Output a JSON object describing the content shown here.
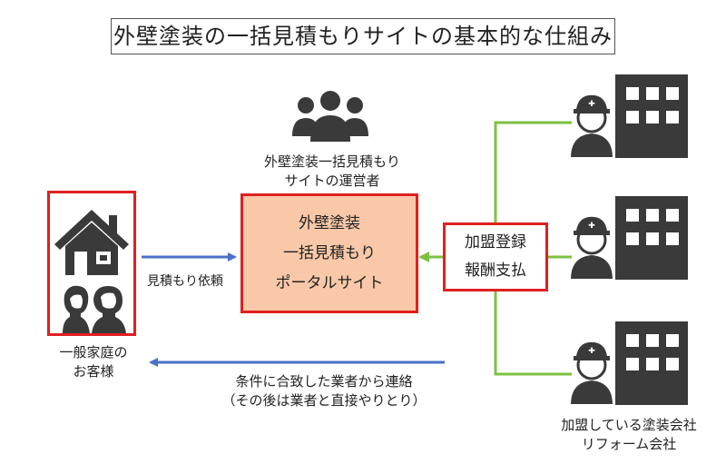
{
  "title": "外壁塗装の一括見積もりサイトの基本的な仕組み",
  "operator_label": [
    "外壁塗装一括見積もり",
    "サイトの運営者"
  ],
  "portal_label": [
    "外壁塗装",
    "一括見積もり",
    "ポータルサイト"
  ],
  "kamei_label": [
    "加盟登録",
    "報酬支払"
  ],
  "request_label": "見積もり依頼",
  "customer_label": [
    "一般家庭の",
    "お客様"
  ],
  "contact_label": [
    "条件に合致した業者から連絡",
    "（その後は業者と直接やりとり）"
  ],
  "companies_label": [
    "加盟している塗装会社",
    "リフォーム会社"
  ],
  "colors": {
    "highlight_red": "#e02020",
    "portal_fill": "#f8c8a8",
    "arrow_blue": "#4a6fc7",
    "line_green": "#7cc242",
    "icon_dark": "#3a3a3a"
  },
  "icons": [
    "people-icon",
    "house-icon",
    "family-icon",
    "worker-icon",
    "building-icon"
  ]
}
